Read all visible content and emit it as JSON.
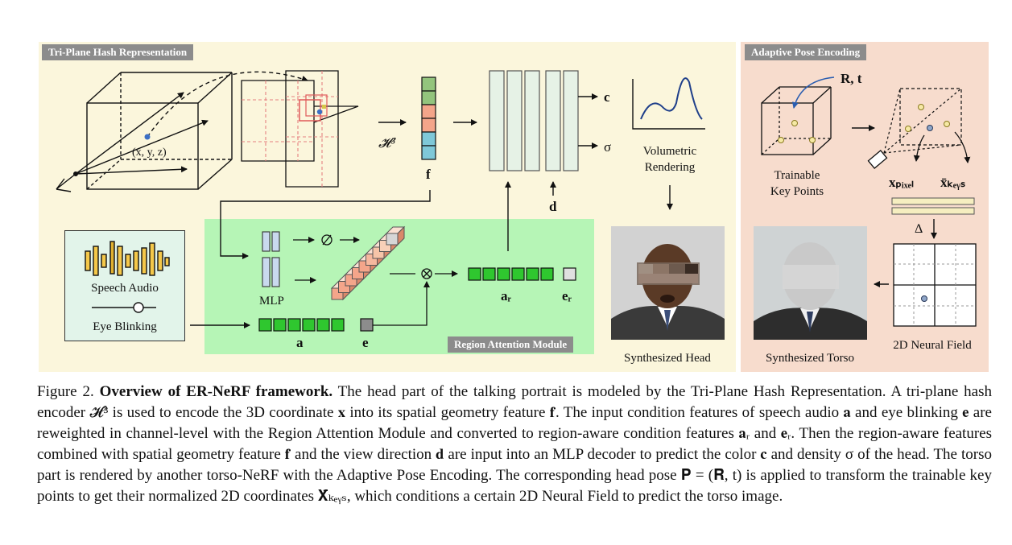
{
  "panels": {
    "triplane_title": "Tri-Plane Hash Representation",
    "pose_title": "Adaptive Pose Encoding",
    "region_title": "Region Attention  Module"
  },
  "labels": {
    "coord": "(x, y, z)",
    "hash": "𝓗³",
    "feature_f": "f",
    "out_c": "c",
    "out_sigma": "σ",
    "dir_d": "d",
    "volumetric": "Volumetric",
    "rendering": "Rendering",
    "speech_audio": "Speech Audio",
    "eye_blinking": "Eye Blinking",
    "mlp": "MLP",
    "vec_a": "a",
    "vec_e": "e",
    "vec_ar": "aᵣ",
    "vec_er": "eᵣ",
    "synth_head": "Synthesized Head",
    "synth_torso": "Synthesized Torso",
    "trainable": "Trainable",
    "key_points": "Key Points",
    "rt": "R, t",
    "x_pixel": "xₚᵢₓₑₗ",
    "x_keys": "x̄ₖₑᵧₛ",
    "delta": "Δ",
    "neural_field": "2D Neural Field"
  },
  "caption": {
    "prefix": "Figure 2. ",
    "title": "Overview of ER-NeRF framework.",
    "body": " The head part of the talking portrait is modeled by the Tri-Plane Hash Representation. A tri-plane hash encoder 𝓗³ is used to encode the 3D coordinate 𝐱 into its spatial geometry feature 𝐟. The input condition features of speech audio 𝐚 and eye blinking 𝐞 are reweighted in channel-level with the Region Attention Module and converted to region-aware condition features 𝐚ᵣ and 𝐞ᵣ. Then the region-aware features combined with spatial geometry feature 𝐟 and the view direction 𝐝 are input into an MLP decoder to predict the color 𝐜 and density σ of the head. The torso part is rendered by another torso-NeRF with the Adaptive Pose Encoding. The corresponding head pose 𝐏 = (𝐑, t) is applied to transform the trainable key points to get their normalized 2D coordinates 𝐗̄ₖₑᵧₛ, which conditions a certain 2D Neural Field to predict the torso image."
  },
  "colors": {
    "triplane_bg": "#fbf6dc",
    "pose_bg": "#f7dccd",
    "region_bg": "#b6f5b6",
    "feat_green": "#93c47d",
    "feat_red": "#f4a58a",
    "feat_blue": "#7fc8d8",
    "mlp_blue": "#c9d9ee",
    "bar_green": "#2fc72f"
  }
}
